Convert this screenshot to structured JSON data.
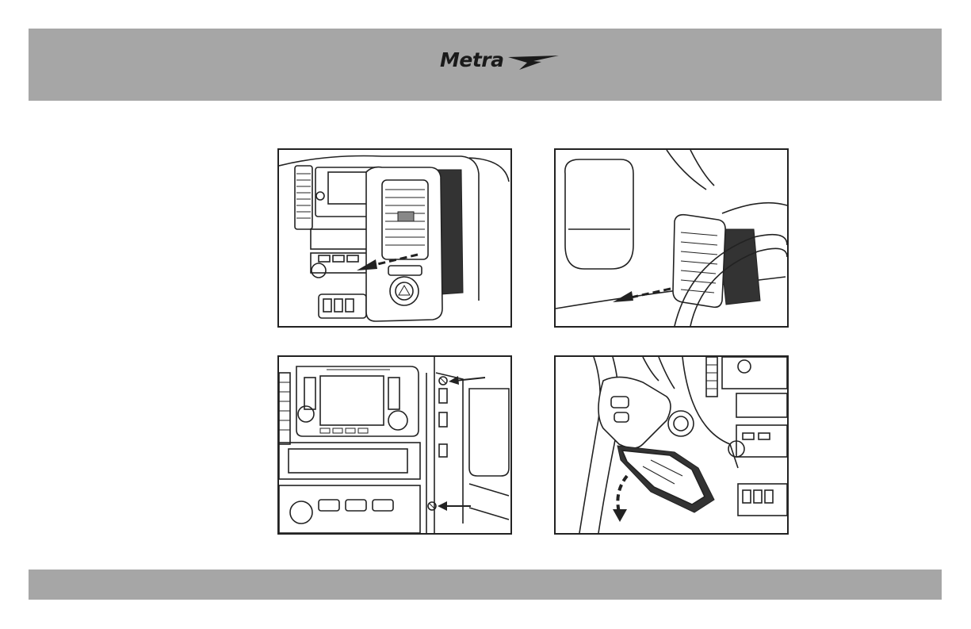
{
  "header": {
    "brand_name": "Metra",
    "brand_color": "#1a1a1a",
    "band_color": "#a6a6a6"
  },
  "figures": [
    {
      "id": "fig-1",
      "icon": "dash-panel-removal-illustration"
    },
    {
      "id": "fig-2",
      "icon": "vent-panel-removal-illustration"
    },
    {
      "id": "fig-3",
      "icon": "screw-removal-illustration"
    },
    {
      "id": "fig-4",
      "icon": "lower-panel-removal-illustration"
    }
  ],
  "footer": {
    "band_color": "#a6a6a6"
  }
}
